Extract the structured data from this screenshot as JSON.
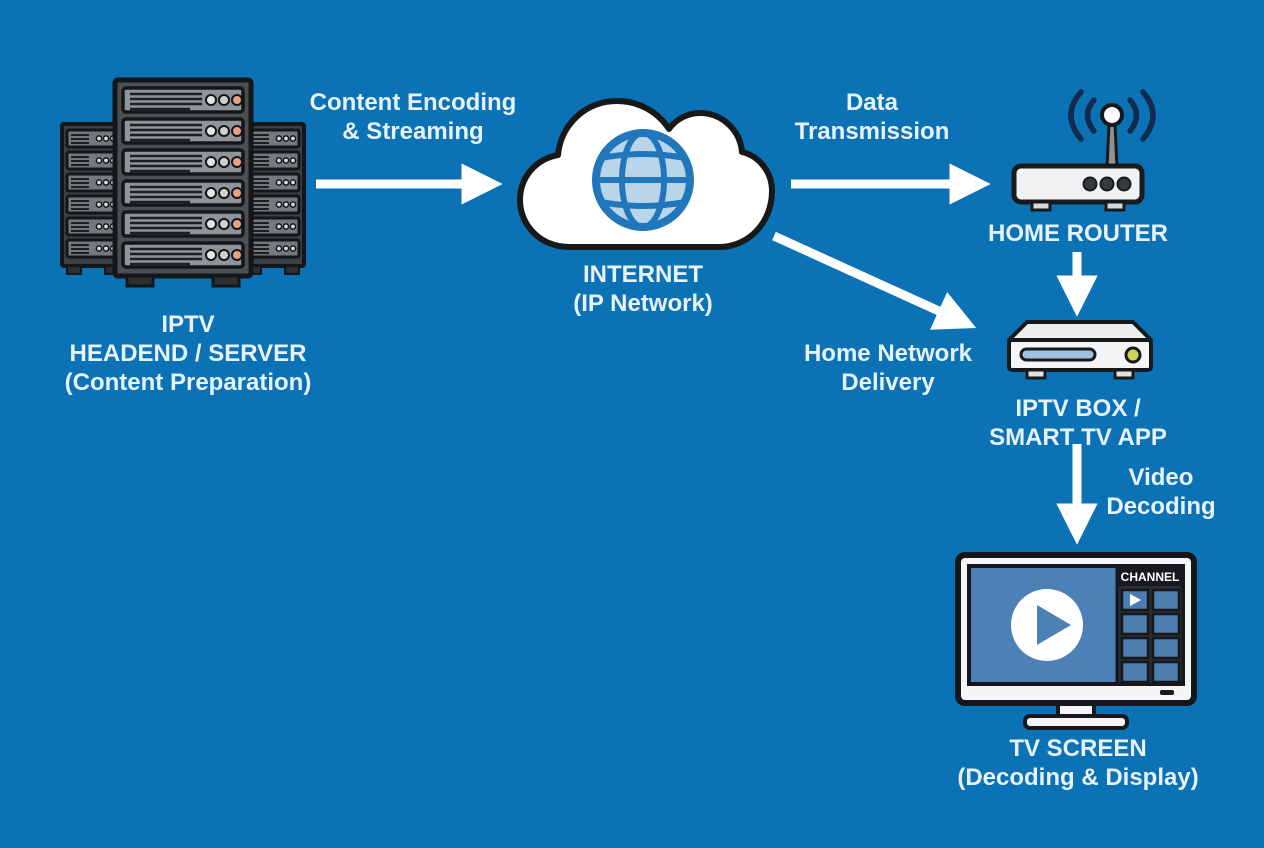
{
  "title": "IPTV streaming architecture diagram",
  "colors": {
    "background": "#0b72b5",
    "label_text": "#e7f2fb",
    "arrow": "#ffffff",
    "outline": "#17191b",
    "globe_stroke": "#2276bb",
    "globe_fill": "#b9d5ea",
    "screen_blue": "#4d80b7",
    "led_orange": "#e8a182",
    "box_led_green": "#c9d64f"
  },
  "nodes": {
    "server": {
      "icon": "server-rack-icon",
      "line1": "IPTV",
      "line2": "HEADEND / SERVER",
      "line3": "(Content Preparation)"
    },
    "internet": {
      "icon": "cloud-internet-icon",
      "line1": "INTERNET",
      "line2": "(IP Network)"
    },
    "router": {
      "icon": "wifi-router-icon",
      "line1": "HOME ROUTER"
    },
    "iptv_box": {
      "icon": "set-top-box-icon",
      "line1": "IPTV BOX /",
      "line2": "SMART TV APP"
    },
    "tv": {
      "icon": "tv-screen-icon",
      "line1": "TV SCREEN",
      "line2": "(Decoding & Display)",
      "channel_header": "CHANNEL"
    }
  },
  "edges": {
    "encoding": {
      "line1": "Content Encoding",
      "line2": "& Streaming"
    },
    "transmission": {
      "line1": "Data",
      "line2": "Transmission"
    },
    "home_delivery": {
      "line1": "Home Network",
      "line2": "Delivery"
    },
    "decoding": {
      "line1": "Video",
      "line2": "Decoding"
    }
  }
}
